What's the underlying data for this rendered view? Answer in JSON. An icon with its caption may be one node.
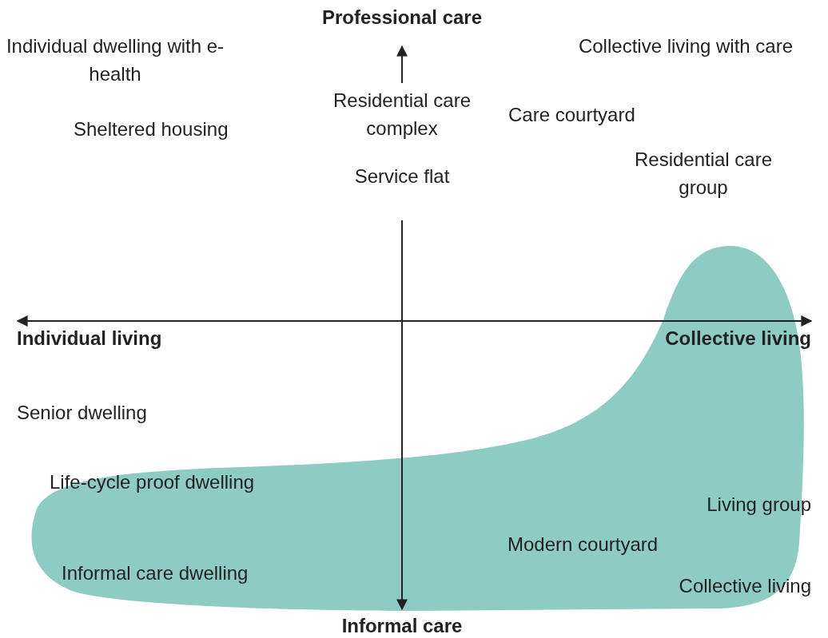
{
  "diagram": {
    "labels": [
      "Professional care",
      "Individual dwelling with e-health",
      "Collective living with care",
      "Residential care complex",
      "Care courtyard",
      "Sheltered housing",
      "Residential care group",
      "Service flat",
      "Individual living",
      "Collective living",
      "Senior dwelling",
      "Life-cycle proof dwelling",
      "Living group",
      "Modern courtyard",
      "Informal care dwelling",
      "Collective living",
      "Informal care"
    ]
  }
}
